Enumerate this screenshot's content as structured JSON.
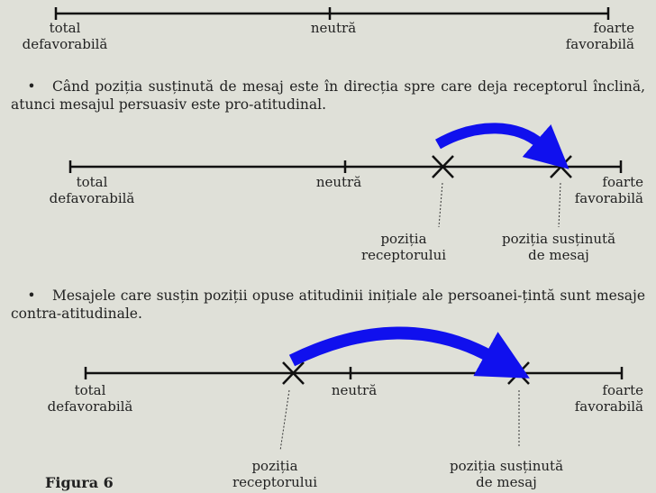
{
  "scale1": {
    "left_label": [
      "total",
      "defavorabilă"
    ],
    "middle_label": "neutră",
    "right_label": [
      "foarte",
      "favorabilă"
    ]
  },
  "paragraph1": "Când poziția susținută de mesaj este în direcția spre care deja receptorul înclină, atunci mesajul persuasiv este pro-atitudinal.",
  "scale2": {
    "left_label": [
      "total",
      "defavorabilă"
    ],
    "middle_label": "neutră",
    "right_label": [
      "foarte",
      "favorabilă"
    ],
    "receiver_label": [
      "poziția",
      "receptorului"
    ],
    "message_label": [
      "poziția susținută",
      "de mesaj"
    ]
  },
  "paragraph2": "Mesajele care susțin poziții opuse atitudinii inițiale ale persoanei-țintă sunt mesaje contra-atitudinale.",
  "scale3": {
    "left_label": [
      "total",
      "defavorabilă"
    ],
    "middle_label": "neutră",
    "right_label": [
      "foarte",
      "favorabilă"
    ],
    "receiver_label": [
      "poziția",
      "receptorului"
    ],
    "message_label": [
      "poziția susținută",
      "de mesaj"
    ]
  },
  "figure_caption": "Figura 6",
  "colors": {
    "arrow": "#1010ee",
    "line": "#111111",
    "background": "#dfe0d8"
  }
}
